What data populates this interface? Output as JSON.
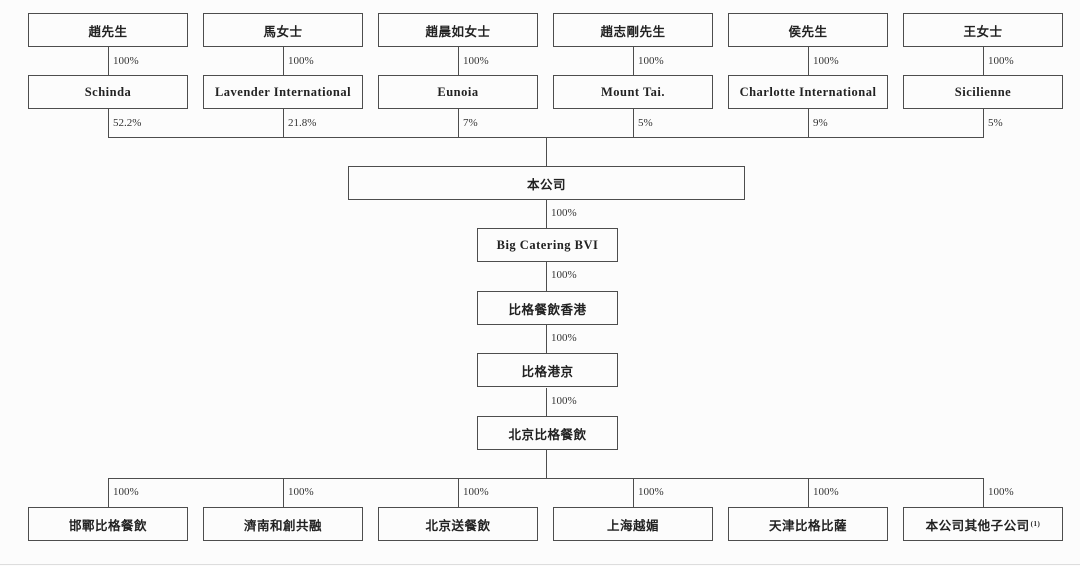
{
  "colors": {
    "line": "#4d4d4d",
    "background": "#fcfcfc",
    "text": "#222222"
  },
  "diagram": {
    "top_groups": [
      {
        "person": "趙先生",
        "holding_pct": "100%",
        "company": "Schinda",
        "ownership_pct": "52.2%"
      },
      {
        "person": "馬女士",
        "holding_pct": "100%",
        "company": "Lavender International",
        "ownership_pct": "21.8%"
      },
      {
        "person": "趙晨如女士",
        "holding_pct": "100%",
        "company": "Eunoia",
        "ownership_pct": "7%"
      },
      {
        "person": "趙志剛先生",
        "holding_pct": "100%",
        "company": "Mount Tai.",
        "ownership_pct": "5%"
      },
      {
        "person": "侯先生",
        "holding_pct": "100%",
        "company": "Charlotte International",
        "ownership_pct": "9%"
      },
      {
        "person": "王女士",
        "holding_pct": "100%",
        "company": "Sicilienne",
        "ownership_pct": "5%"
      }
    ],
    "parent_company": "本公司",
    "chain": [
      {
        "pct": "100%",
        "company": "Big Catering BVI"
      },
      {
        "pct": "100%",
        "company": "比格餐飲香港"
      },
      {
        "pct": "100%",
        "company": "比格港京"
      },
      {
        "pct": "100%",
        "company": "北京比格餐飲"
      }
    ],
    "subsidiaries": [
      {
        "pct": "100%",
        "company": "邯鄲比格餐飲"
      },
      {
        "pct": "100%",
        "company": "濟南和創共融"
      },
      {
        "pct": "100%",
        "company": "北京送餐飲"
      },
      {
        "pct": "100%",
        "company": "上海越媚"
      },
      {
        "pct": "100%",
        "company": "天津比格比薩"
      },
      {
        "pct": "100%",
        "company": "本公司其他子公司",
        "note": "(1)"
      }
    ]
  }
}
